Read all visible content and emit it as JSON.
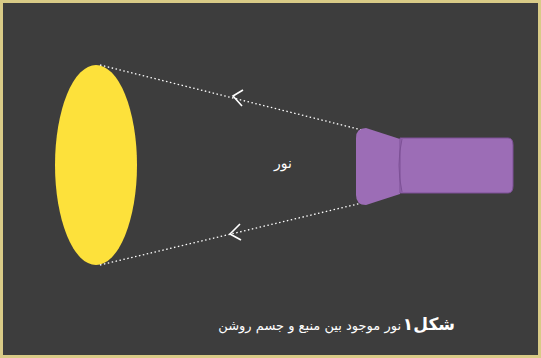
{
  "diagram": {
    "caption": "نور موجود بین منبع و جسم روشن",
    "labels": [
      "نور",
      "شکل۱"
    ]
  }
}
